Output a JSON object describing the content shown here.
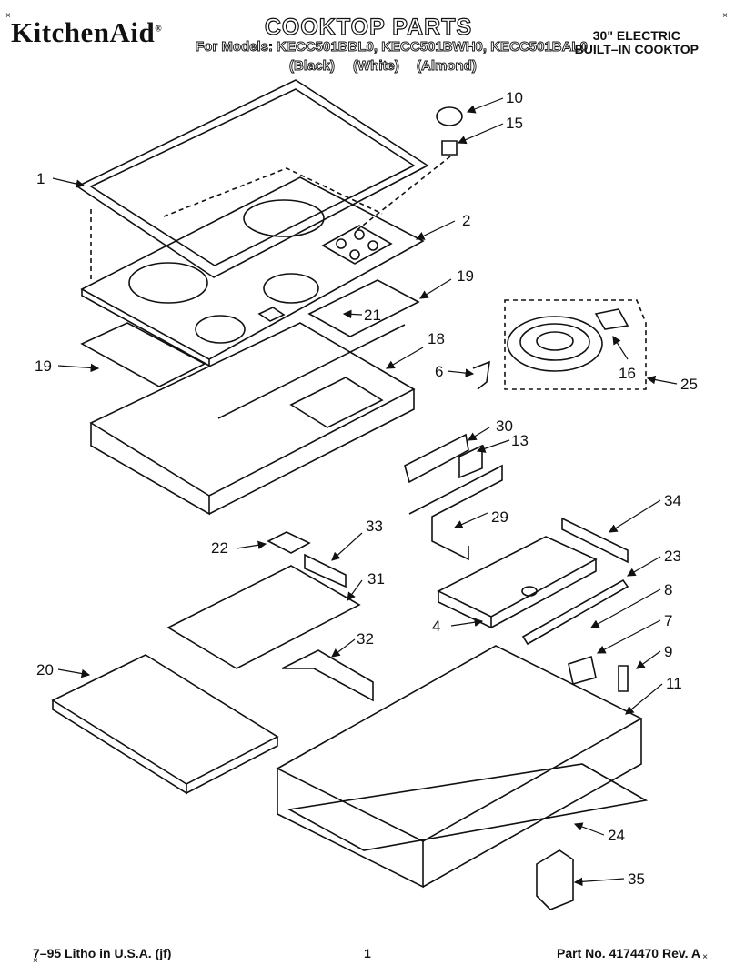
{
  "header": {
    "brand": "KitchenAid",
    "title": "COOKTOP PARTS",
    "models_line": "For Models: KECC501BBL0, KECC501BWH0, KECC501BAL0",
    "colors": [
      "(Black)",
      "(White)",
      "(Almond)"
    ],
    "subtitle_line1": "30\" ELECTRIC",
    "subtitle_line2": "BUILT–IN COOKTOP"
  },
  "footer": {
    "litho": "7–95 Litho in U.S.A. (jf)",
    "page": "1",
    "part_no": "Part No. 4174470 Rev. A"
  },
  "callouts": [
    "1",
    "2",
    "4",
    "6",
    "7",
    "8",
    "9",
    "10",
    "11",
    "13",
    "15",
    "16",
    "18",
    "19",
    "19",
    "20",
    "21",
    "22",
    "23",
    "24",
    "25",
    "29",
    "30",
    "31",
    "32",
    "33",
    "34",
    "35"
  ]
}
